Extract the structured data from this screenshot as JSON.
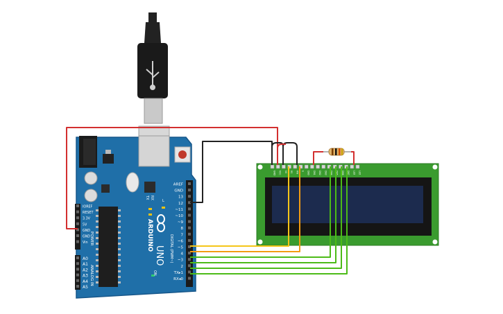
{
  "arduino": {
    "brand": "ARDUINO",
    "model": "UNO",
    "on_label": "ON",
    "tx_label": "TX",
    "rx_label": "RX",
    "l_label": "L",
    "power_section": "POWER",
    "analog_section": "ANALOG IN",
    "digital_section": "DIGITAL (PWM~)",
    "digital_pins": [
      "AREF",
      "GND",
      "13",
      "12",
      "~11",
      "~10",
      "~9",
      "8",
      "7",
      "~6",
      "~5",
      "4",
      "~3",
      "2",
      "TX▸1",
      "RX◂0"
    ],
    "power_pins": [
      "IOREF",
      "RESET",
      "3.3V",
      "5V",
      "GND",
      "GND",
      "Vin"
    ],
    "analog_pins": [
      "A0",
      "A1",
      "A2",
      "A3",
      "A4",
      "A5"
    ]
  },
  "lcd": {
    "pin_labels": [
      "GND",
      "VCC",
      "V0",
      "RS",
      "RW",
      "E",
      "DB0",
      "DB1",
      "DB2",
      "DB3",
      "DB4",
      "DB5",
      "DB6",
      "DB7",
      "LED",
      "LED"
    ]
  },
  "wires": {
    "power_color": "#d32f2f",
    "ground_color": "#222222",
    "rs_color": "#f5c518",
    "e_color": "#f39c12",
    "data_color": "#4cbb17"
  },
  "colors": {
    "board": "#1f6fa8",
    "lcd_pcb": "#3a9b2f",
    "lcd_screen": "#1c2b4e"
  }
}
